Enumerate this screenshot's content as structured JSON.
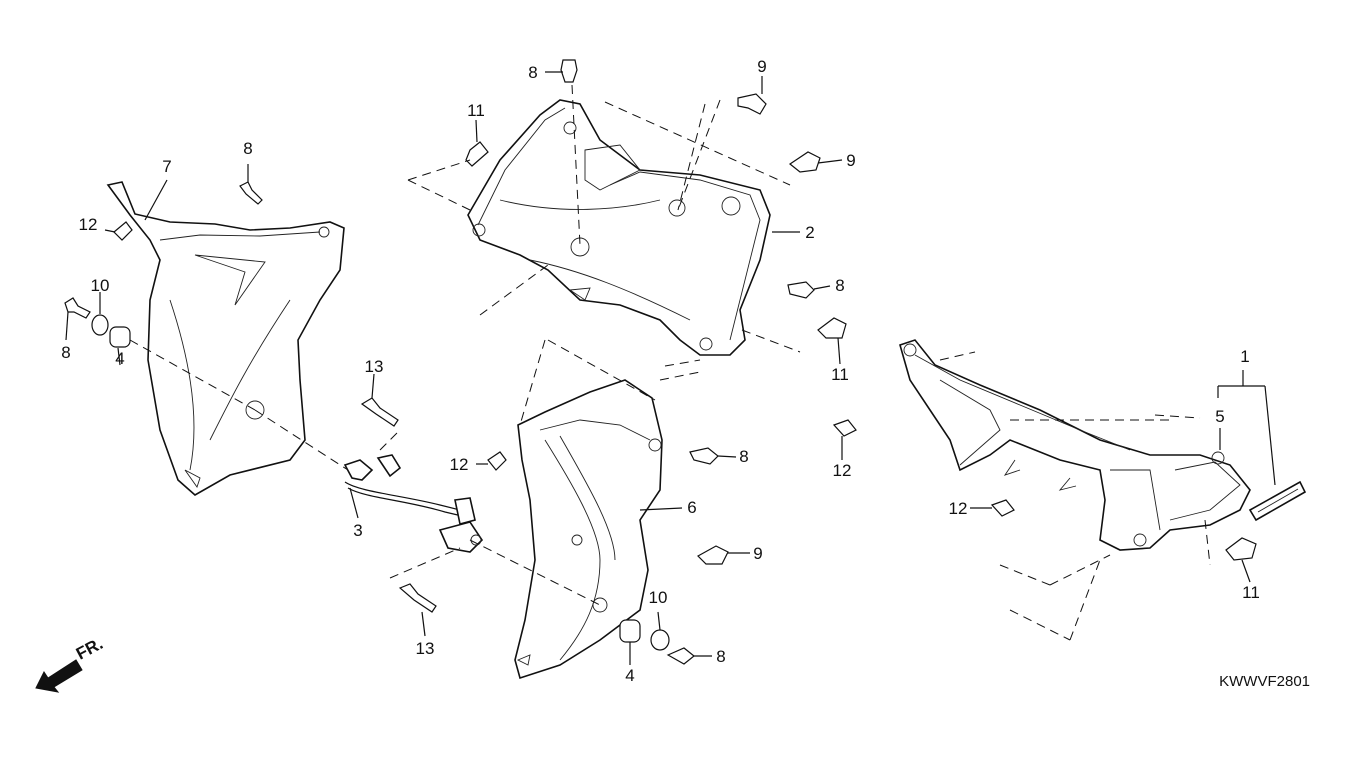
{
  "diagram": {
    "reference_code": "KWWVF2801",
    "direction_label": "FR.",
    "callouts": [
      "1",
      "2",
      "3",
      "4",
      "4",
      "5",
      "6",
      "7",
      "8",
      "8",
      "8",
      "8",
      "8",
      "8",
      "9",
      "9",
      "9",
      "10",
      "10",
      "11",
      "11",
      "11",
      "12",
      "12",
      "12",
      "12",
      "13",
      "13"
    ]
  },
  "colors": {
    "line": "#111111",
    "background": "#ffffff"
  },
  "icons": [
    "front-direction-arrow-icon"
  ]
}
